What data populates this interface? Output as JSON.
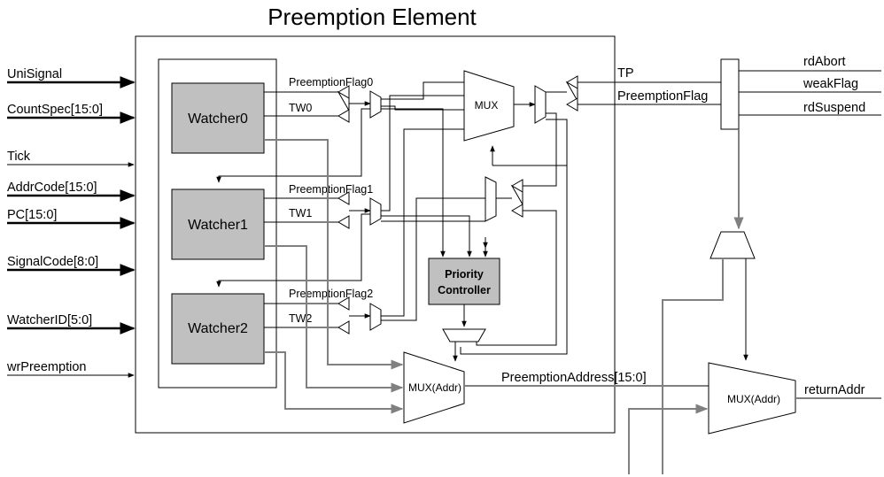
{
  "title": "Preemption Element",
  "inputs": [
    {
      "label": "UniSignal"
    },
    {
      "label": "CountSpec[15:0]"
    },
    {
      "label": "Tick"
    },
    {
      "label": "AddrCode[15:0]"
    },
    {
      "label": "PC[15:0]"
    },
    {
      "label": "SignalCode[8:0]"
    },
    {
      "label": "WatcherID[5:0]"
    },
    {
      "label": "wrPreemption"
    }
  ],
  "watchers": [
    "Watcher0",
    "Watcher1",
    "Watcher2"
  ],
  "flags": {
    "pf0": "PreemptionFlag0",
    "tw0": "TW0",
    "pf1": "PreemptionFlag1",
    "tw1": "TW1",
    "pf2": "PreemptionFlag2",
    "tw2": "TW2"
  },
  "mux_main": "MUX",
  "priority": {
    "line1": "Priority",
    "line2": "Controller"
  },
  "mux_addr_inner": "MUX(Addr)",
  "mux_addr_outer": "MUX(Addr)",
  "tp": "TP",
  "preemption_flag": "PreemptionFlag",
  "preemption_address": "PreemptionAddress[15:0]",
  "outputs": {
    "rdAbort": "rdAbort",
    "weakFlag": "weakFlag",
    "rdSuspend": "rdSuspend",
    "returnAddr": "returnAddr"
  },
  "colors": {
    "block_fill": "#c0c0c0",
    "bus_gray": "#808080",
    "line": "#000000"
  }
}
